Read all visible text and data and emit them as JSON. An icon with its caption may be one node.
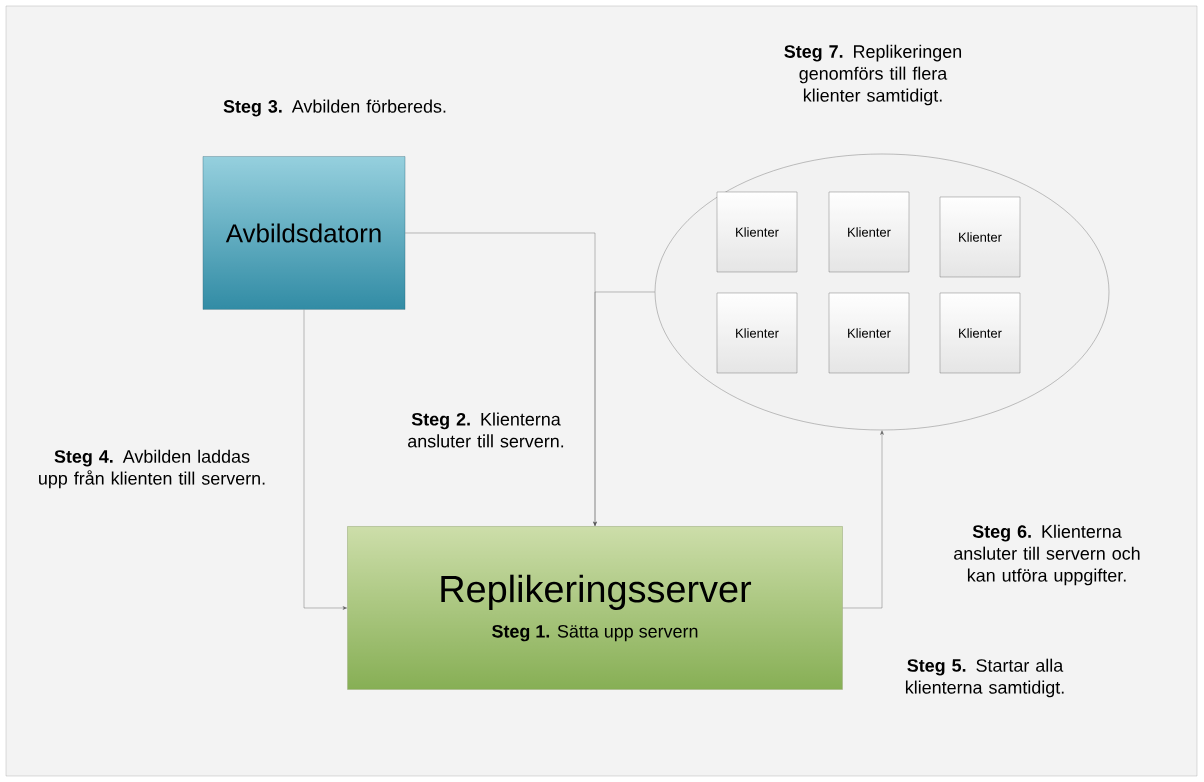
{
  "diagram": {
    "nodes": [
      {
        "text": [
          "Avbildsdatorn"
        ]
      },
      {
        "text": [],
        "shape": "ellipse"
      },
      {
        "text": [
          "Klienter"
        ],
        "in": 1
      },
      {
        "text": [
          "Klienter"
        ],
        "in": 1
      },
      {
        "text": [
          "Klienter"
        ],
        "in": 1
      },
      {
        "text": [
          "Klienter"
        ],
        "in": 1
      },
      {
        "text": [
          "Klienter"
        ],
        "in": 1
      },
      {
        "text": [
          "Klienter"
        ],
        "in": 1
      },
      {
        "text": [
          "Replikeringsserver",
          "**Steg 1.** Sätta upp servern"
        ]
      }
    ],
    "edges": [
      {
        "from": 0,
        "to": 8,
        "arrow": "to"
      },
      {
        "from": 1,
        "to": 8,
        "arrow": "to"
      },
      {
        "from": 0,
        "to": 8,
        "arrow": "to"
      },
      {
        "from": 8,
        "to": 1,
        "arrow": "to"
      }
    ],
    "labels": [
      "**Steg 7.** Replikeringen genomförs till flera klienter samtidigt.",
      "**Steg 3.** Avbilden förbereds.",
      "**Steg 2.** Klienterna ansluter till servern.",
      "**Steg 4.** Avbilden laddas upp från klienten till servern.",
      "**Steg 6.** Klienterna ansluter till servern och kan utföra uppgifter.",
      "**Steg 5.** Startar alla klienterna samtidigt."
    ]
  }
}
